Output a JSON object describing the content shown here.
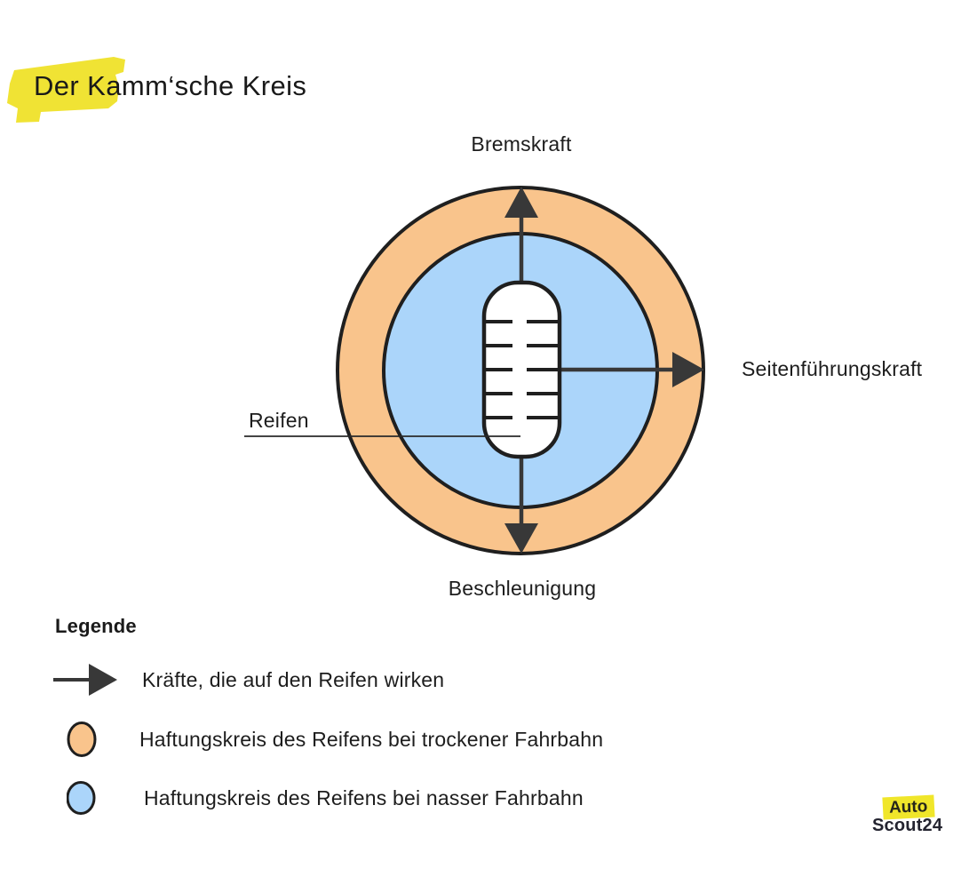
{
  "title": "Der Kamm‘sche Kreis",
  "diagram": {
    "label_top": "Bremskraft",
    "label_right": "Seitenführungskraft",
    "label_bottom": "Beschleunigung",
    "label_tire": "Reifen"
  },
  "legend": {
    "heading": "Legende",
    "items": [
      {
        "icon": "force-arrow-icon",
        "label": "Kräfte, die auf den Reifen wirken"
      },
      {
        "icon": "dry-grip-circle-icon",
        "label": "Haftungskreis des Reifens bei trockener Fahrbahn"
      },
      {
        "icon": "wet-grip-circle-icon",
        "label": "Haftungskreis des Reifens bei nasser Fahrbahn"
      }
    ]
  },
  "logo": {
    "top": "Auto",
    "bottom": "Scout24"
  },
  "colors": {
    "dry_circle": "#F9C48C",
    "wet_circle": "#ABD5FA",
    "outline": "#1F1F1F",
    "arrow": "#383838",
    "tire_fill": "#FFFFFF",
    "highlight_yellow": "#F0E334",
    "logo_yellow": "#F0E62A",
    "text": "#1D1D1D",
    "background": "#FFFFFF"
  }
}
